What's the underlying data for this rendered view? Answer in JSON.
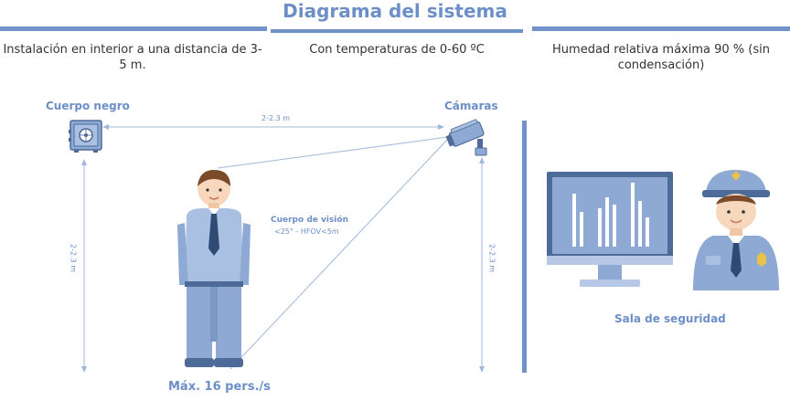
{
  "title": "Diagrama del sistema",
  "specs": {
    "installation": "Instalación en interior a una distancia de 3-5 m.",
    "temperature": "Con temperaturas de 0-60 ºC",
    "humidity_line1": "Humedad relativa máxima 90 % (sin",
    "humidity_line2": "condensación)"
  },
  "labels": {
    "blackbody": "Cuerpo negro",
    "cameras": "Cámaras",
    "distance_horizontal": "2-2.3 m",
    "distance_left_vertical": "2-2.3 m",
    "distance_right_vertical": "2-2.3 m",
    "vision_title": "Cuerpo de visión",
    "vision_spec": "<25° - HFOV<5m",
    "throughput": "Máx. 16 pers./s",
    "security_room": "Sala de seguridad"
  },
  "colors": {
    "accent": "#6c8fc7",
    "rule": "#6f93c9",
    "line": "#9fb8dc",
    "shirt": "#a9c0e3",
    "skin": "#f7d7bd",
    "hair": "#7a4a2a",
    "tie": "#2f4a73"
  },
  "icons": [
    "blackbody-safe-icon",
    "thermal-camera-icon",
    "person-icon",
    "monitor-chart-icon",
    "security-guard-icon"
  ]
}
